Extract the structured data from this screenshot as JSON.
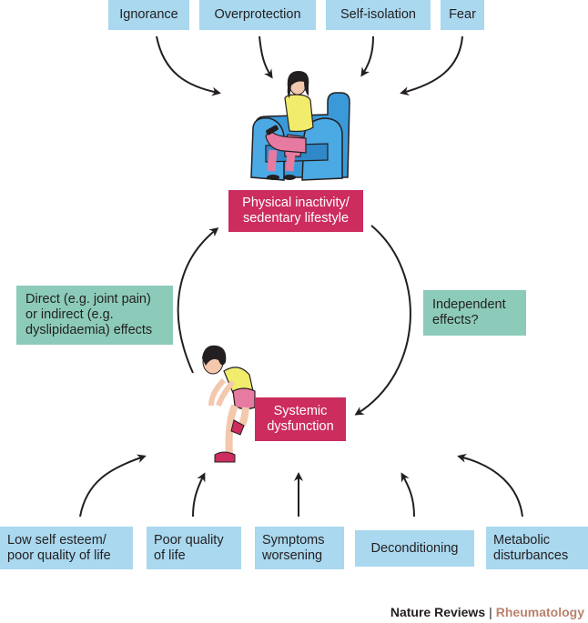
{
  "top_causes": [
    "Ignorance",
    "Overprotection",
    "Self-isolation",
    "Fear"
  ],
  "inactivity_box": "Physical inactivity/\nsedentary lifestyle",
  "dysfunction_box": "Systemic\ndysfunction",
  "direct_effects_box": "Direct (e.g. joint pain)\nor indirect (e.g.\ndyslipidaemia) effects",
  "independent_effects_box": "Independent\neffects?",
  "bottom_factors": [
    "Low self esteem/\npoor quality of life",
    "Poor quality\nof life",
    "Symptoms\nworsening",
    "Deconditioning",
    "Metabolic\ndisturbances"
  ],
  "footer": {
    "journal": "Nature Reviews",
    "section": "Rheumatology"
  },
  "colors": {
    "blue_box": "#a9d8ef",
    "green_box": "#8ccbb9",
    "red_box": "#cc2d5e",
    "arrow": "#231f20"
  },
  "figures": [
    "woman-in-armchair",
    "crouching-woman-in-pain"
  ]
}
